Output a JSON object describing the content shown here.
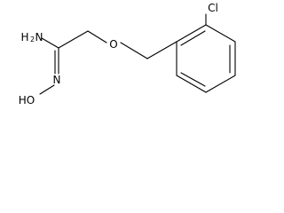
{
  "molecule": {
    "atoms": {
      "cl": "Cl",
      "amine_n": "H",
      "amine_sub": "2",
      "amine_n_letter": "N",
      "ether_o": "O",
      "imine_n": "N",
      "hydroxy": "HO"
    }
  }
}
